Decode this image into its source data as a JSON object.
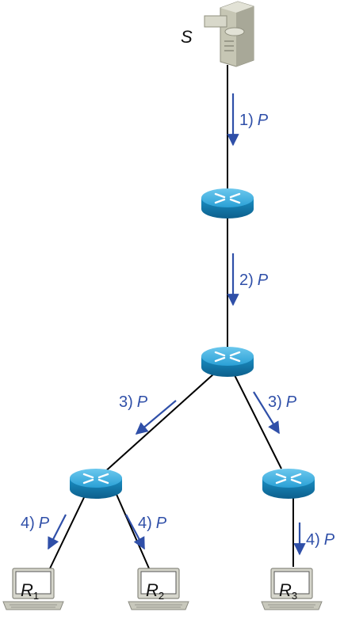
{
  "source": {
    "label": "S"
  },
  "hosts": [
    {
      "label": "R",
      "sub": "1"
    },
    {
      "label": "R",
      "sub": "2"
    },
    {
      "label": "R",
      "sub": "3"
    }
  ],
  "hops": [
    {
      "step": "1)",
      "packet": "P"
    },
    {
      "step": "2)",
      "packet": "P"
    },
    {
      "step": "3)",
      "packet": "P"
    },
    {
      "step": "3)",
      "packet": "P"
    },
    {
      "step": "4)",
      "packet": "P"
    },
    {
      "step": "4)",
      "packet": "P"
    },
    {
      "step": "4)",
      "packet": "P"
    }
  ],
  "colors": {
    "arrow": "#2f4fa8",
    "router": "#1a8fc4",
    "link": "#000000"
  }
}
